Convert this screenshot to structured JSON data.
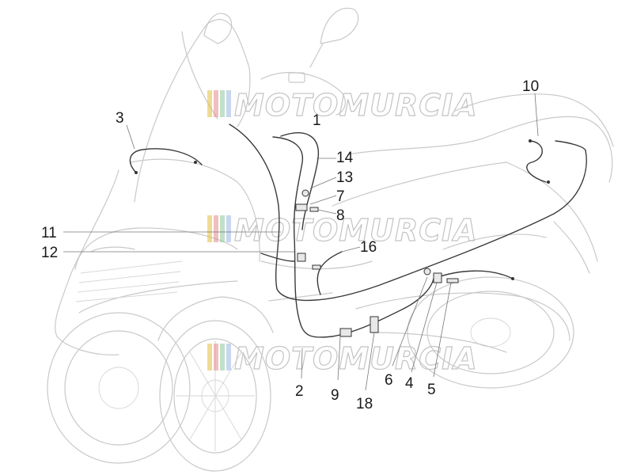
{
  "watermark": {
    "text": "MOTOMURCIA",
    "stripe_colors": [
      "#e2bd3c",
      "#e58b8b",
      "#8fc79a",
      "#9bb6e0"
    ]
  },
  "part_labels": {
    "p1": "1",
    "p2": "2",
    "p3": "3",
    "p4": "4",
    "p5": "5",
    "p6": "6",
    "p7": "7",
    "p8": "8",
    "p9": "9",
    "p10": "10",
    "p11": "11",
    "p12": "12",
    "p13": "13",
    "p14": "14",
    "p18": "18"
  }
}
